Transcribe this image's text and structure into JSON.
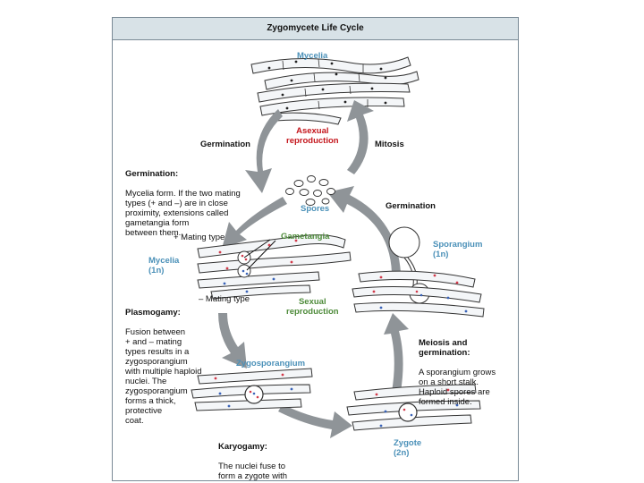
{
  "title": "Zygomycete Life Cycle",
  "labels": {
    "mycelia_top": "Mycelia",
    "asexual_reproduction": "Asexual\nreproduction",
    "germination_left": "Germination",
    "mitosis": "Mitosis",
    "spores": "Spores",
    "germination_right": "Germination",
    "plus_mating_type": "+ Mating type",
    "gametangia": "Gametangia",
    "mycelia_1n": "Mycelia\n(1n)",
    "minus_mating_type": "– Mating type",
    "sexual_reproduction": "Sexual\nreproduction",
    "sporangium_1n": "Sporangium\n(1n)",
    "zygosporangium": "Zygosporangium",
    "zygote_2n": "Zygote\n(2n)"
  },
  "notes": {
    "germination": {
      "heading": "Germination:",
      "body": "Mycelia form. If the two mating\ntypes (+ and –) are in close\nproximity, extensions called\ngametangia form\nbetween them."
    },
    "plasmogamy": {
      "heading": "Plasmogamy:",
      "body": "Fusion between\n+ and – mating\ntypes results in a\nzygosporangium\nwith multiple haploid\nnuclei. The\nzygosporangium\nforms a thick,\nprotective\ncoat."
    },
    "meiosis": {
      "heading": "Meiosis and\ngermination:",
      "body": "A sporangium grows\non a short stalk.\nHaploid spores are\nformed inside."
    },
    "karyogamy": {
      "heading": "Karyogamy:",
      "body": "The nuclei fuse to\nform a zygote with\nmultiple diploid nuclei."
    }
  },
  "colors": {
    "frame_border": "#7a8a96",
    "title_bg": "#d8e2e7",
    "arrow_gray": "#8f9498",
    "hypha_fill": "#f4f6f8",
    "blue_label": "#4a90b8",
    "red_label": "#c4161c",
    "green_label": "#4e8b3a",
    "nucleus_plus": "#d23a4a",
    "nucleus_minus": "#3a63b8"
  }
}
